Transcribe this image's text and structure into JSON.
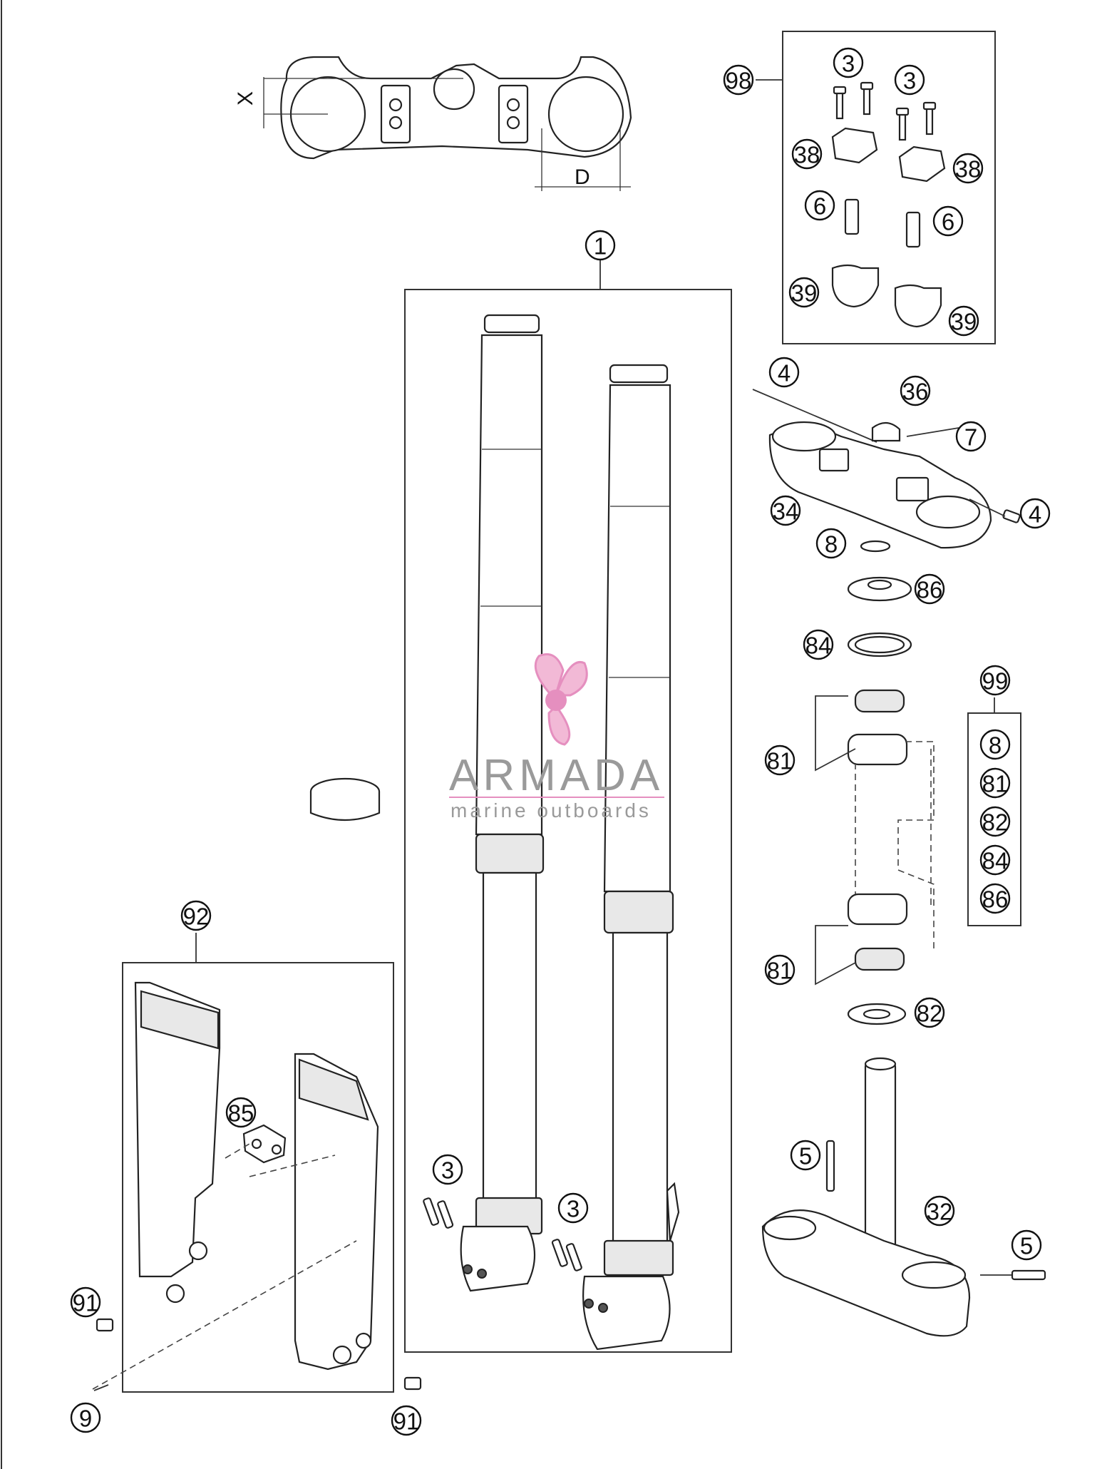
{
  "dimensions": {
    "x_label": "X",
    "d_label": "D"
  },
  "watermark": {
    "brand": "ARMADA",
    "tagline": "marine outboards",
    "brand_color": "#e58fbf"
  },
  "callouts": {
    "c98": "98",
    "c3_top_a": "3",
    "c3_top_b": "3",
    "c38_a": "38",
    "c38_b": "38",
    "c6_a": "6",
    "c6_b": "6",
    "c39_a": "39",
    "c39_b": "39",
    "c1": "1",
    "c4_a": "4",
    "c36": "36",
    "c7": "7",
    "c34": "34",
    "c4_b": "4",
    "c8": "8",
    "c86": "86",
    "c84": "84",
    "c99": "99",
    "c81_a": "81",
    "c81_b": "81",
    "c82": "82",
    "kit_8": "8",
    "kit_81": "81",
    "kit_82": "82",
    "kit_84": "84",
    "kit_86": "86",
    "c92": "92",
    "c85": "85",
    "c3_low_a": "3",
    "c3_low_b": "3",
    "c5_a": "5",
    "c32": "32",
    "c5_b": "5",
    "c91_a": "91",
    "c9": "9",
    "c91_b": "91"
  }
}
